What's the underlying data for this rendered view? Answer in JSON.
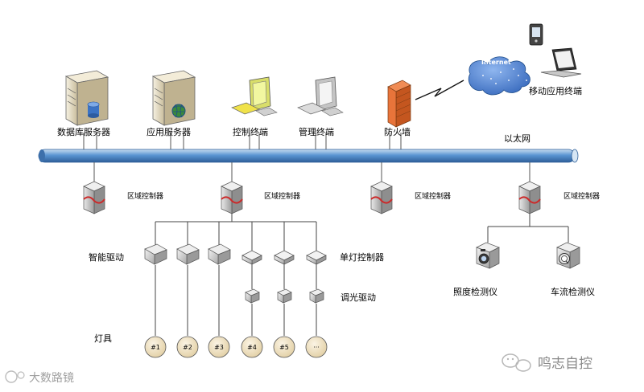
{
  "top_devices": [
    {
      "label": "数据库服务器"
    },
    {
      "label": "应用服务器"
    },
    {
      "label": "控制终端"
    },
    {
      "label": "管理终端"
    },
    {
      "label": "防火墙"
    }
  ],
  "mobile_terminal_label": "移动应用终端",
  "internet_label": "Internet",
  "ethernet_label": "以太网",
  "zone_controllers": [
    {
      "label": "区域控制器"
    },
    {
      "label": "区域控制器"
    },
    {
      "label": "区域控制器"
    },
    {
      "label": "区域控制器"
    }
  ],
  "smart_drive_label": "智能驱动",
  "single_lamp_controller_label": "单灯控制器",
  "dimming_drive_label": "调光驱动",
  "lamps_label": "灯具",
  "lamps": [
    "#1",
    "#2",
    "#3",
    "#4",
    "#5",
    "···"
  ],
  "illuminance_detector_label": "照度检测仪",
  "traffic_detector_label": "车流检测仪",
  "watermark_left": "大数路镜",
  "watermark_right": "鸣志自控",
  "colors": {
    "bus": "#4a86c8",
    "bus_light": "#a9cbe8",
    "firewall": "#e8743a",
    "internet_cloud": "#4a7fd4",
    "server": "#e8e0c8",
    "zone_controller_accent": "#cc2a2a",
    "lamp_fill": "#f3e6c8"
  }
}
